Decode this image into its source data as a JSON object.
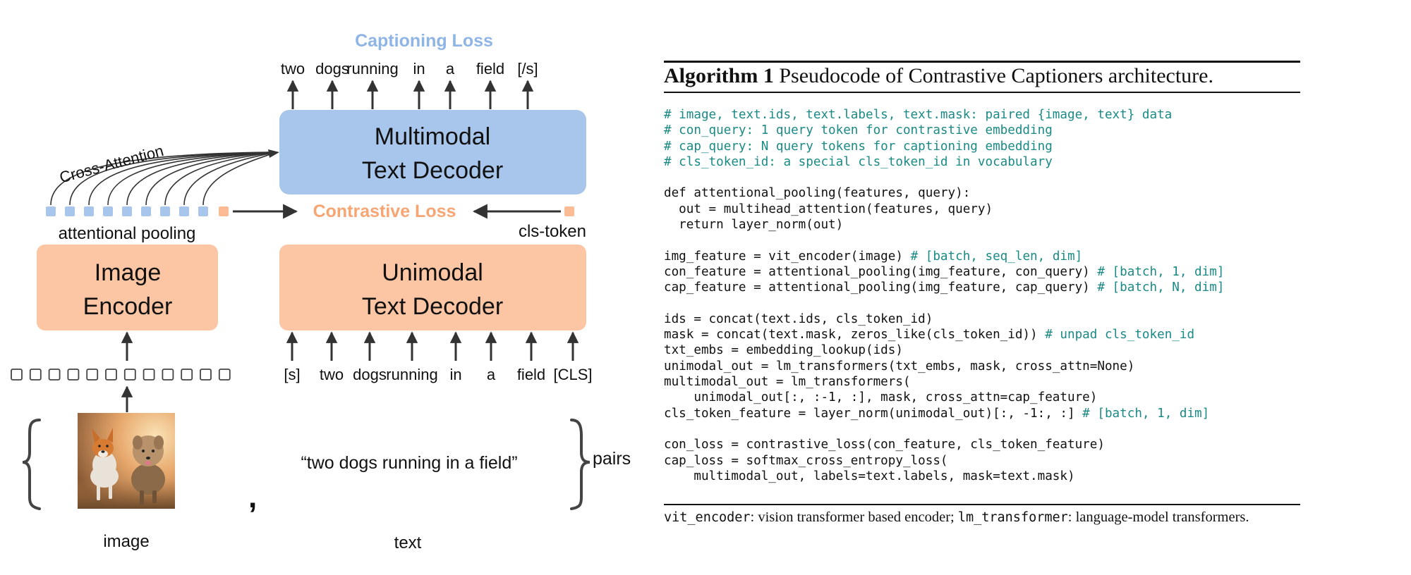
{
  "diagram": {
    "captioning_loss": "Captioning Loss",
    "output_tokens": [
      "two",
      "dogs",
      "running",
      "in",
      "a",
      "field",
      "[/s]"
    ],
    "multimodal_decoder": {
      "line1": "Multimodal",
      "line2": "Text Decoder"
    },
    "cross_attention": "Cross-Attention",
    "contrastive_loss": "Contrastive Loss",
    "attentional_pooling": "attentional pooling",
    "cls_token": "cls-token",
    "image_encoder": {
      "line1": "Image",
      "line2": "Encoder"
    },
    "unimodal_decoder": {
      "line1": "Unimodal",
      "line2": "Text Decoder"
    },
    "input_tokens": [
      "[s]",
      "two",
      "dogs",
      "running",
      "in",
      "a",
      "field",
      "[CLS]"
    ],
    "caption_text": "“two dogs running in a field”",
    "pairs": "pairs",
    "image_label": "image",
    "text_label": "text",
    "comma": ",",
    "photo": "two dogs running in a field photo",
    "colors": {
      "blue_box": "#a8c6ec",
      "orange_box": "#fcc5a3",
      "captioning_loss": "#8fb4e6",
      "contrastive_loss": "#f7a673",
      "blue_token": "#a8c6ec",
      "orange_token": "#fbbb94",
      "arrow": "#333333"
    }
  },
  "algorithm": {
    "title_bold": "Algorithm 1",
    "title_rest": " Pseudocode of Contrastive Captioners architecture.",
    "code": [
      {
        "code": "",
        "comment": "# image, text.ids, text.labels, text.mask: paired {image, text} data"
      },
      {
        "code": "",
        "comment": "# con_query: 1 query token for contrastive embedding"
      },
      {
        "code": "",
        "comment": "# cap_query: N query tokens for captioning embedding"
      },
      {
        "code": "",
        "comment": "# cls_token_id: a special cls_token_id in vocabulary"
      },
      {
        "code": "",
        "comment": ""
      },
      {
        "code": "def attentional_pooling(features, query):",
        "comment": ""
      },
      {
        "code": "  out = multihead_attention(features, query)",
        "comment": ""
      },
      {
        "code": "  return layer_norm(out)",
        "comment": ""
      },
      {
        "code": "",
        "comment": ""
      },
      {
        "code": "img_feature = vit_encoder(image) ",
        "comment": "# [batch, seq_len, dim]"
      },
      {
        "code": "con_feature = attentional_pooling(img_feature, con_query) ",
        "comment": "# [batch, 1, dim]"
      },
      {
        "code": "cap_feature = attentional_pooling(img_feature, cap_query) ",
        "comment": "# [batch, N, dim]"
      },
      {
        "code": "",
        "comment": ""
      },
      {
        "code": "ids = concat(text.ids, cls_token_id)",
        "comment": ""
      },
      {
        "code": "mask = concat(text.mask, zeros_like(cls_token_id)) ",
        "comment": "# unpad cls_token_id"
      },
      {
        "code": "txt_embs = embedding_lookup(ids)",
        "comment": ""
      },
      {
        "code": "unimodal_out = lm_transformers(txt_embs, mask, cross_attn=None)",
        "comment": ""
      },
      {
        "code": "multimodal_out = lm_transformers(",
        "comment": ""
      },
      {
        "code": "    unimodal_out[:, :-1, :], mask, cross_attn=cap_feature)",
        "comment": ""
      },
      {
        "code": "cls_token_feature = layer_norm(unimodal_out)[:, -1:, :] ",
        "comment": "# [batch, 1, dim]"
      },
      {
        "code": "",
        "comment": ""
      },
      {
        "code": "con_loss = contrastive_loss(con_feature, cls_token_feature)",
        "comment": ""
      },
      {
        "code": "cap_loss = softmax_cross_entropy_loss(",
        "comment": ""
      },
      {
        "code": "    multimodal_out, labels=text.labels, mask=text.mask)",
        "comment": ""
      }
    ],
    "footnote": {
      "term1": "vit_encoder",
      "desc1": ": vision transformer based encoder; ",
      "term2": "lm_transformer",
      "desc2": ": language-model transformers."
    }
  }
}
